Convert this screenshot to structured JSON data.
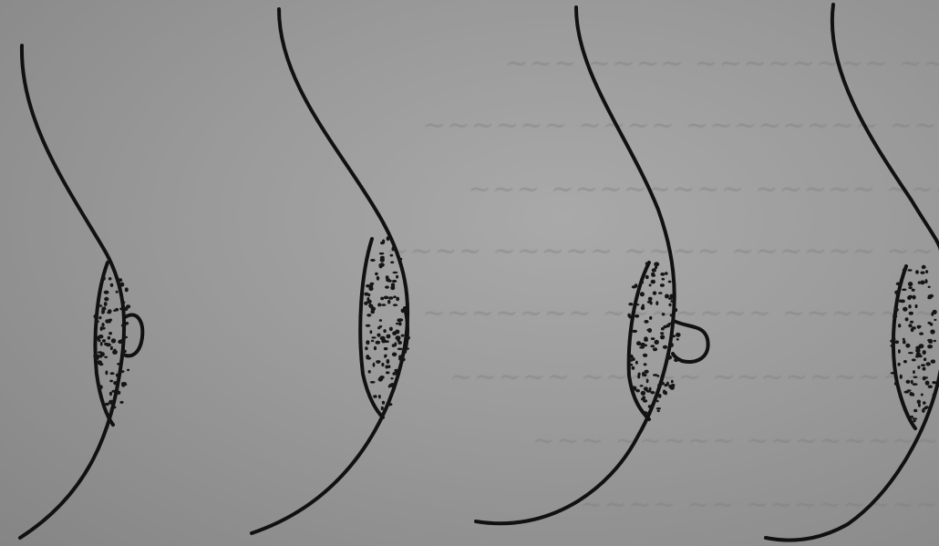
{
  "figure": {
    "panels": [
      {
        "id": "panel-1",
        "nipple": "small"
      },
      {
        "id": "panel-2",
        "nipple": "flat"
      },
      {
        "id": "panel-3",
        "nipple": "protruding"
      },
      {
        "id": "panel-4",
        "nipple": "partially-visible"
      }
    ]
  }
}
